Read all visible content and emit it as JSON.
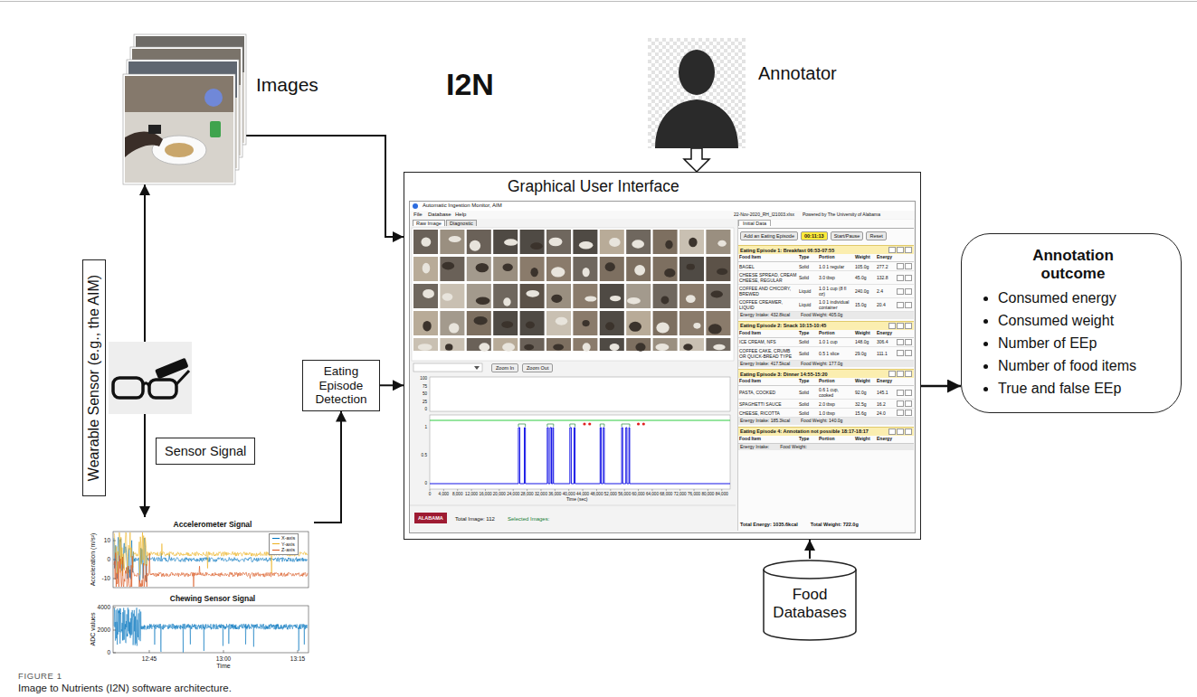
{
  "diagram": {
    "title": "I2N",
    "caption": "Image to Nutrients (I2N) software architecture.",
    "nodes": [
      {
        "text": [
          "Images"
        ]
      },
      {
        "text": [
          "Wearable Sensor (e.g., the AIM)"
        ]
      },
      {
        "text": [
          "Sensor Signal"
        ]
      },
      {
        "text": [
          "Eating Episode Detection"
        ]
      },
      {
        "text": [
          "Graphical User Interface"
        ]
      },
      {
        "text": [
          "Annotator"
        ]
      },
      {
        "text": [
          "Food Databases"
        ]
      },
      {
        "text": [
          "Annotation outcome",
          "Consumed energy",
          "Consumed weight",
          "Number of EEp",
          "Number of food items",
          "True and false EEp"
        ]
      }
    ],
    "edges": [
      {
        "from": 1,
        "to": 0,
        "arrow": "to"
      },
      {
        "from": 1,
        "to": 2,
        "arrow": "to"
      },
      {
        "from": 2,
        "to": 3,
        "arrow": "to"
      },
      {
        "from": 3,
        "to": 4,
        "arrow": "to"
      },
      {
        "from": 0,
        "to": 4,
        "arrow": "to"
      },
      {
        "from": 5,
        "to": 4,
        "arrow": "to"
      },
      {
        "from": 6,
        "to": 4,
        "arrow": "to"
      },
      {
        "from": 4,
        "to": 7,
        "arrow": "to"
      }
    ],
    "labels": [
      "FIGURE 1",
      "Accelerometer Signal",
      "Acceleration (m/s²)",
      "10",
      "0",
      "-10",
      "Chewing Sensor Signal",
      "ADC values",
      "4000",
      "2000",
      "0",
      "12:45",
      "13:00",
      "13:15",
      "Time",
      "Automatic Ingestion Monitor, AIM",
      "File",
      "Database",
      "Help",
      "22-Nov-2020_RH_I21003.xlsx",
      "Powered by The University of Alabama",
      "Raw Image",
      "Diagnostic",
      "Zoom In",
      "Zoom Out",
      "100",
      "75",
      "50",
      "25",
      "0",
      "1",
      "0.5",
      "0",
      "0",
      "4,000",
      "8,000",
      "12,000",
      "16,000",
      "20,000",
      "24,000",
      "28,000",
      "32,000",
      "36,000",
      "40,000",
      "44,000",
      "48,000",
      "52,000",
      "56,000",
      "60,000",
      "64,000",
      "68,000",
      "72,000",
      "76,000",
      "80,000",
      "84,000",
      "Time (sec)",
      "ALABAMA",
      "Total Image: 112",
      "Selected Images:",
      "Initial Data",
      "Add an Eating Episode",
      "00:11:13",
      "Start/Pause",
      "Reset",
      "Eating Episode 1: Breakfast 06:53-07:55",
      "Food Item",
      "Type",
      "Portion",
      "Weight",
      "Energy",
      "BAGEL",
      "Solid",
      "1.0 1 regular",
      "105.0g",
      "277.2",
      "CHEESE SPREAD, CREAM CHEESE, REGULAR",
      "Solid",
      "3.0 tbsp",
      "45.0g",
      "132.8",
      "COFFEE AND CHICORY, BREWED",
      "Liquid",
      "1.0 1 cup (8 fl oz)",
      "240.0g",
      "2.4",
      "COFFEE CREAMER, LIQUID",
      "Liquid",
      "1.0 1 individual container",
      "15.0g",
      "20.4",
      "Energy Intake: 432.8kcal",
      "Food Weight: 405.0g",
      "Eating Episode 2: Snack 10:15-10:45",
      "Food Item",
      "Type",
      "Portion",
      "Weight",
      "Energy",
      "ICE CREAM, NFS",
      "Solid",
      "1.0 1 cup",
      "148.0g",
      "306.4",
      "COFFEE CAKE, CRUMB OR QUICK-BREAD TYPE",
      "Solid",
      "0.5 1 slice",
      "29.0g",
      "111.1",
      "Energy Intake: 417.5kcal",
      "Food Weight: 177.0g",
      "Eating Episode 3: Dinner 14:55-15:20",
      "Food Item",
      "Type",
      "Portion",
      "Weight",
      "Energy",
      "PASTA, COOKED",
      "Solid",
      "0.6 1 cup, cooked",
      "92.0g",
      "145.1",
      "SPAGHETTI SAUCE",
      "Solid",
      "2.0 tbsp",
      "32.5g",
      "16.2",
      "CHEESE, RICOTTA",
      "Solid",
      "1.0 tbsp",
      "15.6g",
      "24.0",
      "Energy Intake: 185.3kcal",
      "Food Weight: 140.0g",
      "Eating Episode 4: Annotation not possible 18:17-18:17",
      "Food Item",
      "Type",
      "Portion",
      "Weight",
      "Energy",
      "Energy Intake:",
      "Food Weight:",
      "Total Energy: 1035.6kcal",
      "Total Weight: 722.0g"
    ],
    "legend": [
      {
        "text": "X-axis"
      },
      {
        "text": "Y-axis"
      },
      {
        "text": "Z-axis"
      }
    ]
  }
}
